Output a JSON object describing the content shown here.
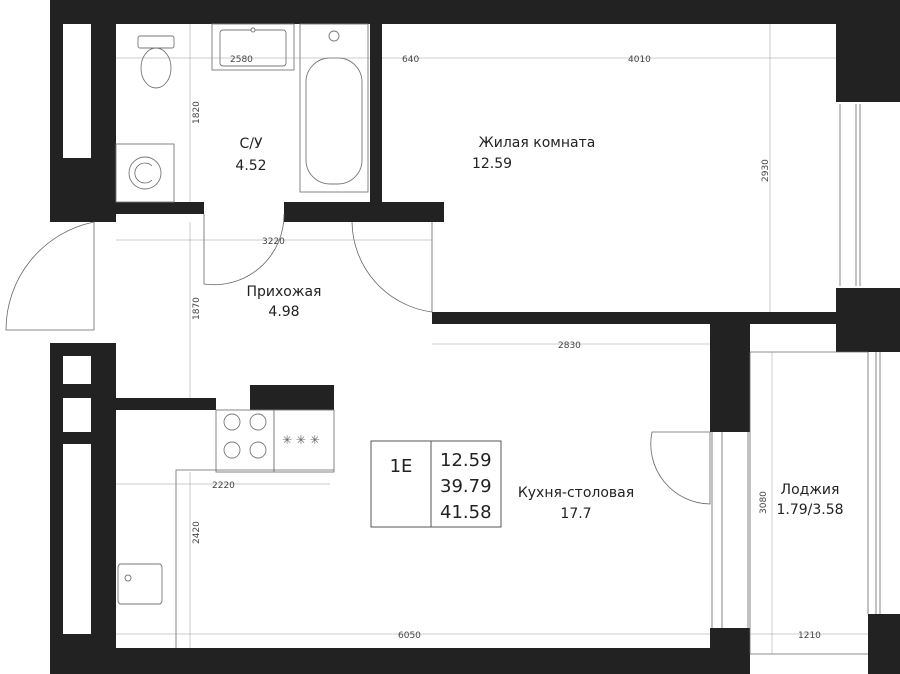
{
  "colors": {
    "wall": "#222222",
    "background": "#ffffff",
    "line": "#777777"
  },
  "rooms": {
    "bathroom": {
      "name": "С/У",
      "area": "4.52"
    },
    "living": {
      "name": "Жилая комната",
      "area": "12.59"
    },
    "hallway": {
      "name": "Прихожая",
      "area": "4.98"
    },
    "kitchen": {
      "name": "Кухня-столовая",
      "area": "17.7"
    },
    "loggia": {
      "name": "Лоджия",
      "area": "1.79/3.58"
    }
  },
  "dimensions": {
    "bath_width": "2580",
    "bath_height": "1820",
    "living_offset": "640",
    "living_width": "4010",
    "living_height": "2930",
    "hall_width": "3220",
    "hall_height": "1870",
    "kitchen_top": "2830",
    "kitchen_left": "2220",
    "kitchen_height": "2420",
    "bottom_width": "6050",
    "loggia_height": "3080",
    "loggia_width": "1210"
  },
  "apartment": {
    "type": "1Е",
    "living_area": "12.59",
    "total_area": "39.79",
    "total_area_loggia": "41.58"
  },
  "icons": [
    "toilet-icon",
    "sink-icon",
    "bathtub-icon",
    "washing-machine-icon",
    "stove-icon",
    "kitchen-sink-icon",
    "door-swing-icon"
  ]
}
